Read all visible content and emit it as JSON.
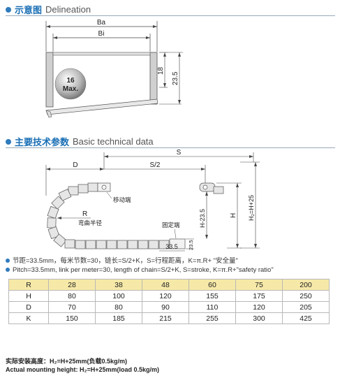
{
  "section1": {
    "title_cn": "示意图",
    "title_en": "Delineation"
  },
  "fig1": {
    "ba": "Ba",
    "bi": "Bi",
    "dim18": "18",
    "dim235": "23.5",
    "radius_top": "16",
    "radius_bottom": "Max."
  },
  "section2": {
    "title_cn": "主要技术参数",
    "title_en": "Basic technical data"
  },
  "fig2": {
    "s": "S",
    "d": "D",
    "s2": "S/2",
    "r": "R",
    "r_cn": "弯曲半径",
    "moving_end": "移动端",
    "fixed_end": "固定端",
    "h": "H",
    "h235": "H-23.5",
    "hh25": "H₂=H+25",
    "pitch": "33.5",
    "dim235": "23.5"
  },
  "notes": {
    "cn": "节距=33.5mm，每米节数=30，链长=S/2+K，S=行程距离，K=π.R+ \"安全量\"",
    "en": "Pitch=33.5mm, link per meter=30, length of chain=S/2+K, S=stroke, K=π.R+\"safety ratio\""
  },
  "table": {
    "header": [
      "R",
      "28",
      "38",
      "48",
      "60",
      "75",
      "200"
    ],
    "rows": [
      [
        "H",
        "80",
        "100",
        "120",
        "155",
        "175",
        "250"
      ],
      [
        "D",
        "70",
        "80",
        "90",
        "110",
        "120",
        "205"
      ],
      [
        "K",
        "150",
        "185",
        "215",
        "255",
        "300",
        "425"
      ]
    ]
  },
  "footer": {
    "cn": "实际安装高度：H₂=H+25mm(负载0.5kg/m)",
    "en": "Actual mounting height: H₂=H+25mm(load 0.5kg/m)"
  }
}
